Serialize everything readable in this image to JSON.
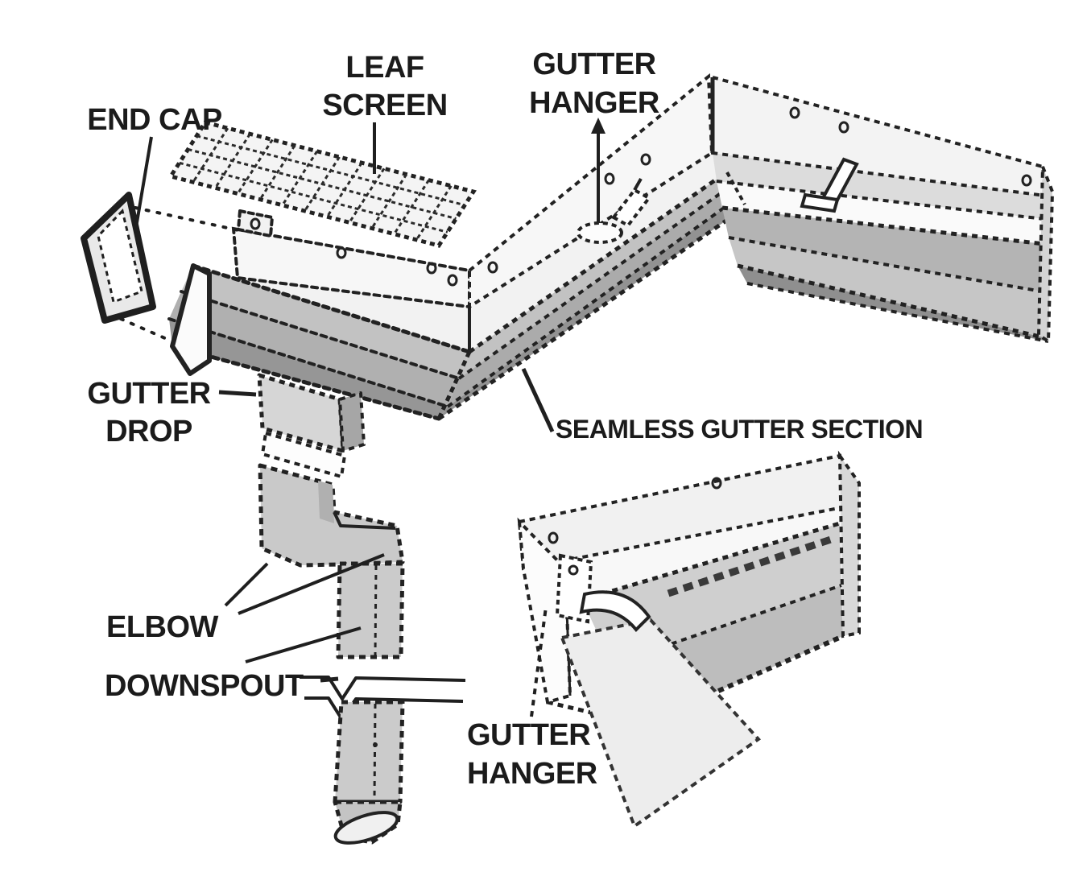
{
  "image_type": "exploded-parts-diagram",
  "subject": "Rain gutter system components",
  "background_color": "#ffffff",
  "line_color": "#1f1f1f",
  "fill_colors": {
    "white_part": "#f7f7f7",
    "light_gray": "#d6d6d6",
    "mid_gray": "#c2c2c2",
    "dark_gray": "#969696"
  },
  "labels": {
    "end_cap": "END CAP",
    "leaf_screen_line1": "LEAF",
    "leaf_screen_line2": "SCREEN",
    "gutter_hanger_top_line1": "GUTTER",
    "gutter_hanger_top_line2": "HANGER",
    "gutter_drop_line1": "GUTTER",
    "gutter_drop_line2": "DROP",
    "seamless_gutter_section": "SEAMLESS GUTTER SECTION",
    "elbow": "ELBOW",
    "downspout": "DOWNSPOUT",
    "gutter_hanger_bottom_line1": "GUTTER",
    "gutter_hanger_bottom_line2": "HANGER"
  },
  "parts": [
    "END CAP",
    "LEAF SCREEN",
    "GUTTER HANGER",
    "SEAMLESS GUTTER SECTION",
    "GUTTER DROP",
    "ELBOW",
    "DOWNSPOUT",
    "GUTTER HANGER"
  ]
}
